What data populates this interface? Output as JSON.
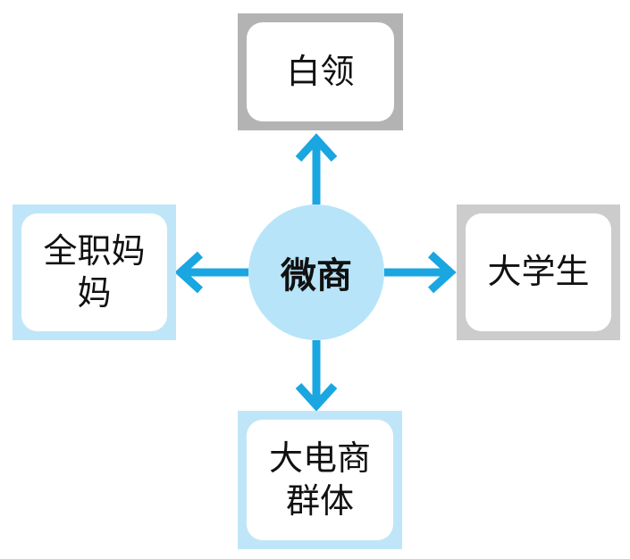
{
  "center": {
    "label": "微商"
  },
  "nodes": {
    "top": {
      "label": "白领"
    },
    "left": {
      "label": "全职妈\n妈"
    },
    "right": {
      "label": "大学生"
    },
    "bottom": {
      "label": "大电商\n群体"
    }
  },
  "colors": {
    "arrow": "#1aa6e0",
    "center_fill": "#b7e4f8",
    "gray_frame": "#b3b3b3",
    "light_gray_frame": "#cccccc",
    "blue_frame": "#bfe6f8"
  }
}
